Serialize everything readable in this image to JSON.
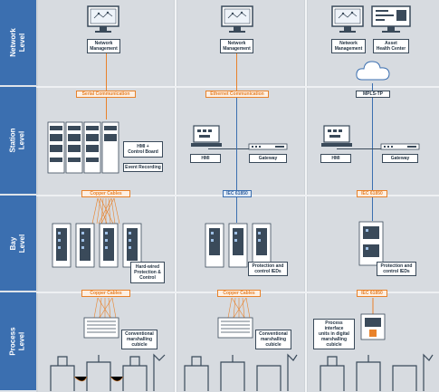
{
  "levels": {
    "network": "Network\nLevel",
    "station": "Station\nLevel",
    "bay": "Bay\nLevel",
    "process": "Process\nLevel"
  },
  "col1": {
    "network_management": "Network\nManagement",
    "serial_communication": "Serial Communication",
    "hmi_control_board": "HMI +\nControl Board",
    "event_recording": "Event Recording",
    "copper_cables_top": "Copper Cables",
    "hardwired": "Hard-wired\nProtection &\nControl",
    "copper_cables_bottom": "Copper Cables",
    "marshalling": "Conventional\nmarshalling\ncubicle"
  },
  "col2": {
    "network_management": "Network\nManagement",
    "ethernet_communication": "Ethernet Communication",
    "hmi": "HMI",
    "gateway": "Gateway",
    "iec_61850": "IEC 61850",
    "protection_ieds": "Protection and\ncontrol IEDs",
    "copper_cables": "Copper Cables",
    "marshalling": "Conventional\nmarshalling\ncubicle"
  },
  "col3": {
    "network_management": "Network\nManagement",
    "asset_health_center": "Asset\nHealth Center",
    "mpls_tp": "MPLS-TP",
    "hmi": "HMI",
    "gateway": "Gateway",
    "iec_61850_top": "IEC 61850",
    "protection_ieds": "Protection and\ncontrol IEDs",
    "iec_61850_bottom": "IEC 61850",
    "process_interface": "Process\ninterface\nunits in digital\nmarshalling\ncubicle"
  },
  "colors": {
    "level_band": "#3b6fb0",
    "orange": "#e8822a",
    "blue": "#3b6fb0",
    "background": "#cdd2d7"
  },
  "icons": [
    "computer-monitor-icon",
    "cloud-icon",
    "server-rack-icon",
    "gateway-icon",
    "ied-cabinet-icon",
    "substation-icon",
    "marshalling-cubicle-icon"
  ]
}
